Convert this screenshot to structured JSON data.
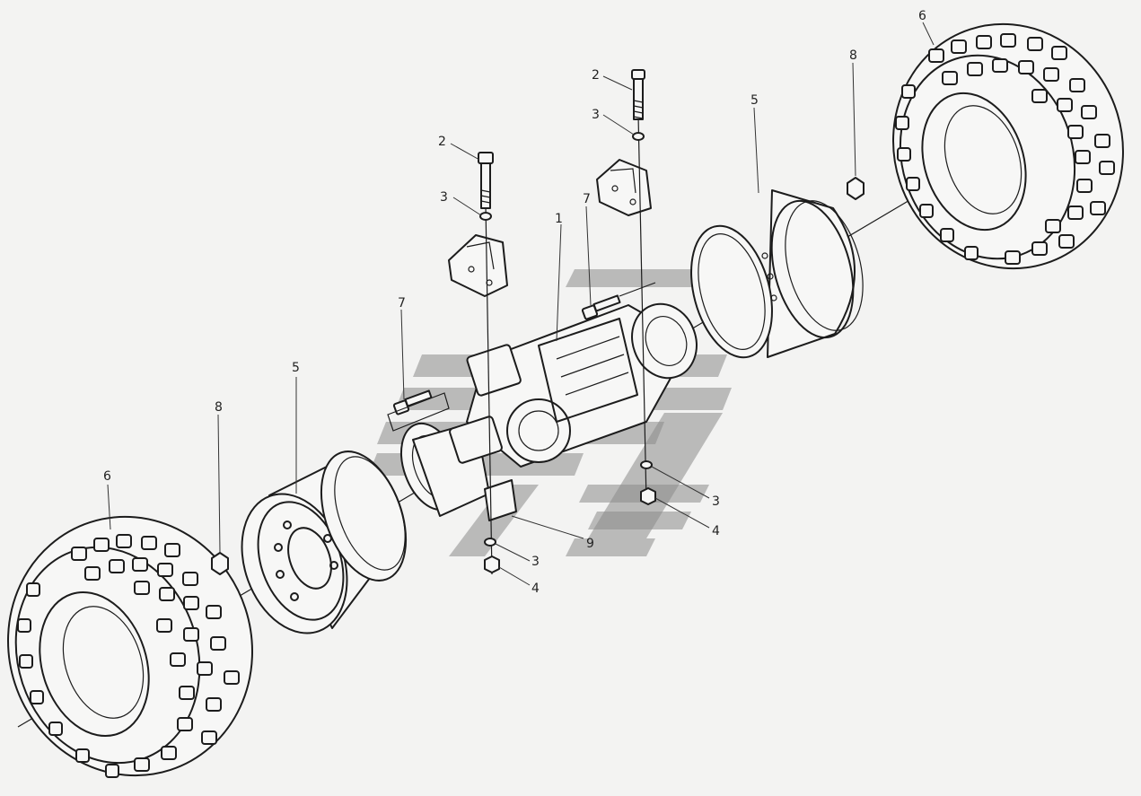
{
  "callouts": {
    "c1": "1",
    "c2a": "2",
    "c2b": "2",
    "c3a": "3",
    "c3b": "3",
    "c3c": "3",
    "c3d": "3",
    "c4a": "4",
    "c4b": "4",
    "c5a": "5",
    "c5b": "5",
    "c6a": "6",
    "c6b": "6",
    "c7a": "7",
    "c7b": "7",
    "c8a": "8",
    "c8b": "8",
    "c9": "9"
  },
  "parts": [
    "axle-housing",
    "bolt",
    "washer",
    "nut",
    "wheel-rim",
    "tire",
    "bolt",
    "wheel-nut",
    "bracket"
  ],
  "colors": {
    "background": "#f3f3f2",
    "ink": "#1c1c1c",
    "watermark": "#8a8a8a"
  }
}
